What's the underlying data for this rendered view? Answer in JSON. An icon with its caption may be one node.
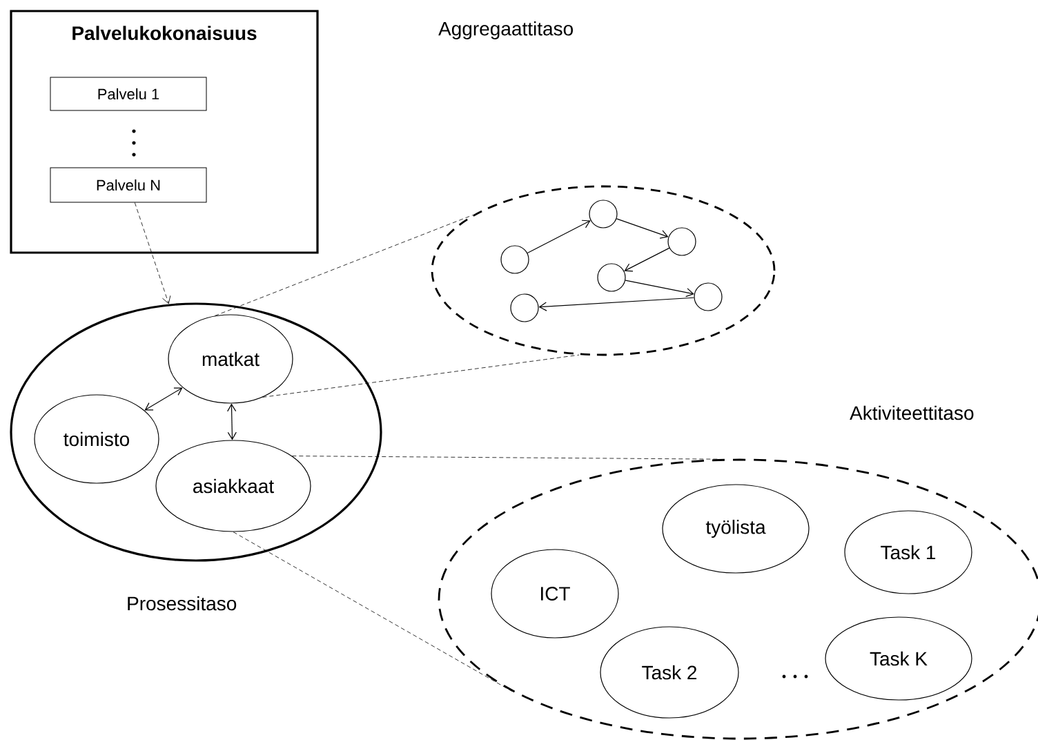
{
  "diagram": {
    "nodes": [
      {
        "text": [
          "Palvelukokonaisuus"
        ]
      },
      {
        "text": [
          "Palvelu 1"
        ],
        "in": 0
      },
      {
        "text": [
          "Palvelu N"
        ],
        "in": 0
      },
      {
        "text": [],
        "shape": "ellipse"
      },
      {
        "text": [
          "matkat"
        ],
        "in": 3
      },
      {
        "text": [
          "toimisto"
        ],
        "in": 3
      },
      {
        "text": [
          "asiakkaat"
        ],
        "in": 3
      },
      {
        "text": [],
        "shape": "ellipse"
      },
      {
        "text": [],
        "shape": "circle",
        "in": 7
      },
      {
        "text": [],
        "shape": "circle",
        "in": 7
      },
      {
        "text": [],
        "shape": "circle",
        "in": 7
      },
      {
        "text": [],
        "shape": "circle",
        "in": 7
      },
      {
        "text": [],
        "shape": "circle",
        "in": 7
      },
      {
        "text": [],
        "shape": "circle",
        "in": 7
      },
      {
        "text": [],
        "shape": "ellipse"
      },
      {
        "text": [
          "työlista"
        ],
        "in": 14
      },
      {
        "text": [
          "Task 1"
        ],
        "in": 14
      },
      {
        "text": [
          "ICT"
        ],
        "in": 14
      },
      {
        "text": [
          "Task 2"
        ],
        "in": 14
      },
      {
        "text": [
          "Task K"
        ],
        "in": 14
      }
    ],
    "edges": [
      {
        "from": 2,
        "to": 3,
        "arrow": "to",
        "style": "dashed"
      },
      {
        "from": 4,
        "to": 5,
        "arrow": "both"
      },
      {
        "from": 4,
        "to": 6,
        "arrow": "both"
      },
      {
        "from": 8,
        "to": 10,
        "arrow": "to"
      },
      {
        "from": 10,
        "to": 12,
        "arrow": "to"
      },
      {
        "from": 12,
        "to": 11,
        "arrow": "to"
      },
      {
        "from": 11,
        "to": 13,
        "arrow": "to"
      },
      {
        "from": 13,
        "to": 9,
        "arrow": "to"
      },
      {
        "from": 4,
        "to": 7,
        "arrow": "none",
        "style": "dashed"
      },
      {
        "from": 4,
        "to": 7,
        "arrow": "none",
        "style": "dashed"
      },
      {
        "from": 6,
        "to": 14,
        "arrow": "none",
        "style": "dashed"
      },
      {
        "from": 6,
        "to": 14,
        "arrow": "none",
        "style": "dashed"
      }
    ],
    "labels": [
      "Aggregaattitaso",
      "Aktiviteettitaso",
      "Prosessitaso"
    ]
  }
}
